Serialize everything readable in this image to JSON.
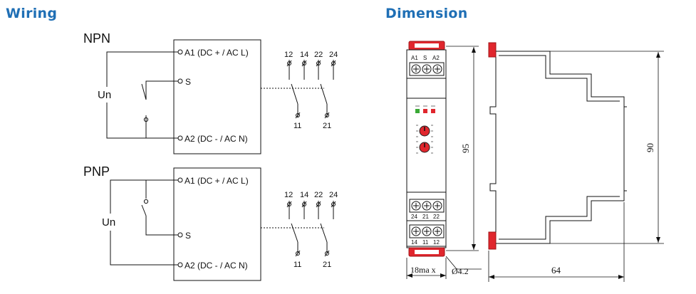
{
  "headings": {
    "wiring": "Wiring",
    "dimension": "Dimension"
  },
  "npn": {
    "title": "NPN",
    "supply_label": "Un",
    "terminals": {
      "a1": "A1 (DC +  / AC L)",
      "s": "S",
      "a2": "A2 (DC -  / AC N)"
    },
    "contacts_top": [
      "12",
      "14",
      "22",
      "24"
    ],
    "contacts_bottom": [
      "11",
      "21"
    ]
  },
  "pnp": {
    "title": "PNP",
    "supply_label": "Un",
    "terminals": {
      "a1": "A1 (DC +  / AC L)",
      "s": "S",
      "a2": "A2 (DC -  / AC N)"
    },
    "contacts_top": [
      "12",
      "14",
      "22",
      "24"
    ],
    "contacts_bottom": [
      "11",
      "21"
    ]
  },
  "front_view": {
    "top_terminals": [
      "A1",
      "S",
      "A2"
    ],
    "mid_terminals": [
      "24",
      "21",
      "22"
    ],
    "bottom_terminals": [
      "14",
      "11",
      "12"
    ],
    "led_colors": [
      "#3aa935",
      "#e0262d",
      "#e0262d"
    ]
  },
  "dimensions": {
    "height_front": "95",
    "height_side": "90",
    "width_front": "18ma x",
    "hole": "Ø4.2",
    "depth_side": "64"
  },
  "colors": {
    "heading": "#1f6fb5",
    "device_red": "#e0262d",
    "line": "#111111"
  }
}
